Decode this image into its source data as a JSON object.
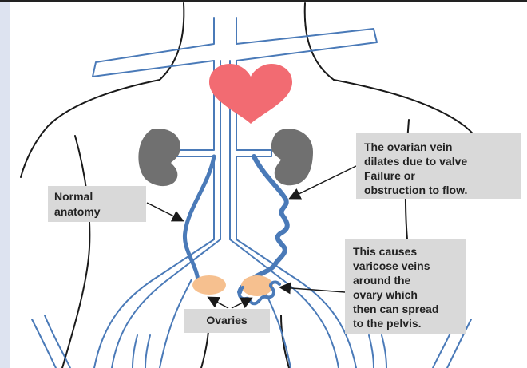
{
  "labels": {
    "normal_anatomy": [
      "Normal",
      "anatomy"
    ],
    "valve_failure": [
      "The ovarian vein",
      "dilates due to valve",
      "Failure or",
      "obstruction to flow."
    ],
    "varicose": [
      "This causes",
      "varicose veins",
      "around the",
      "ovary which",
      "then can spread",
      "to the pelvis."
    ],
    "ovaries": "Ovaries"
  },
  "colors": {
    "heart": "#f26b72",
    "kidney": "#707070",
    "vein": "#4a7ab8",
    "ovary": "#f6c08f",
    "outline": "#1a1a1a",
    "callout_bg": "#d9d9d9",
    "left_strip": "#dde3f0"
  }
}
